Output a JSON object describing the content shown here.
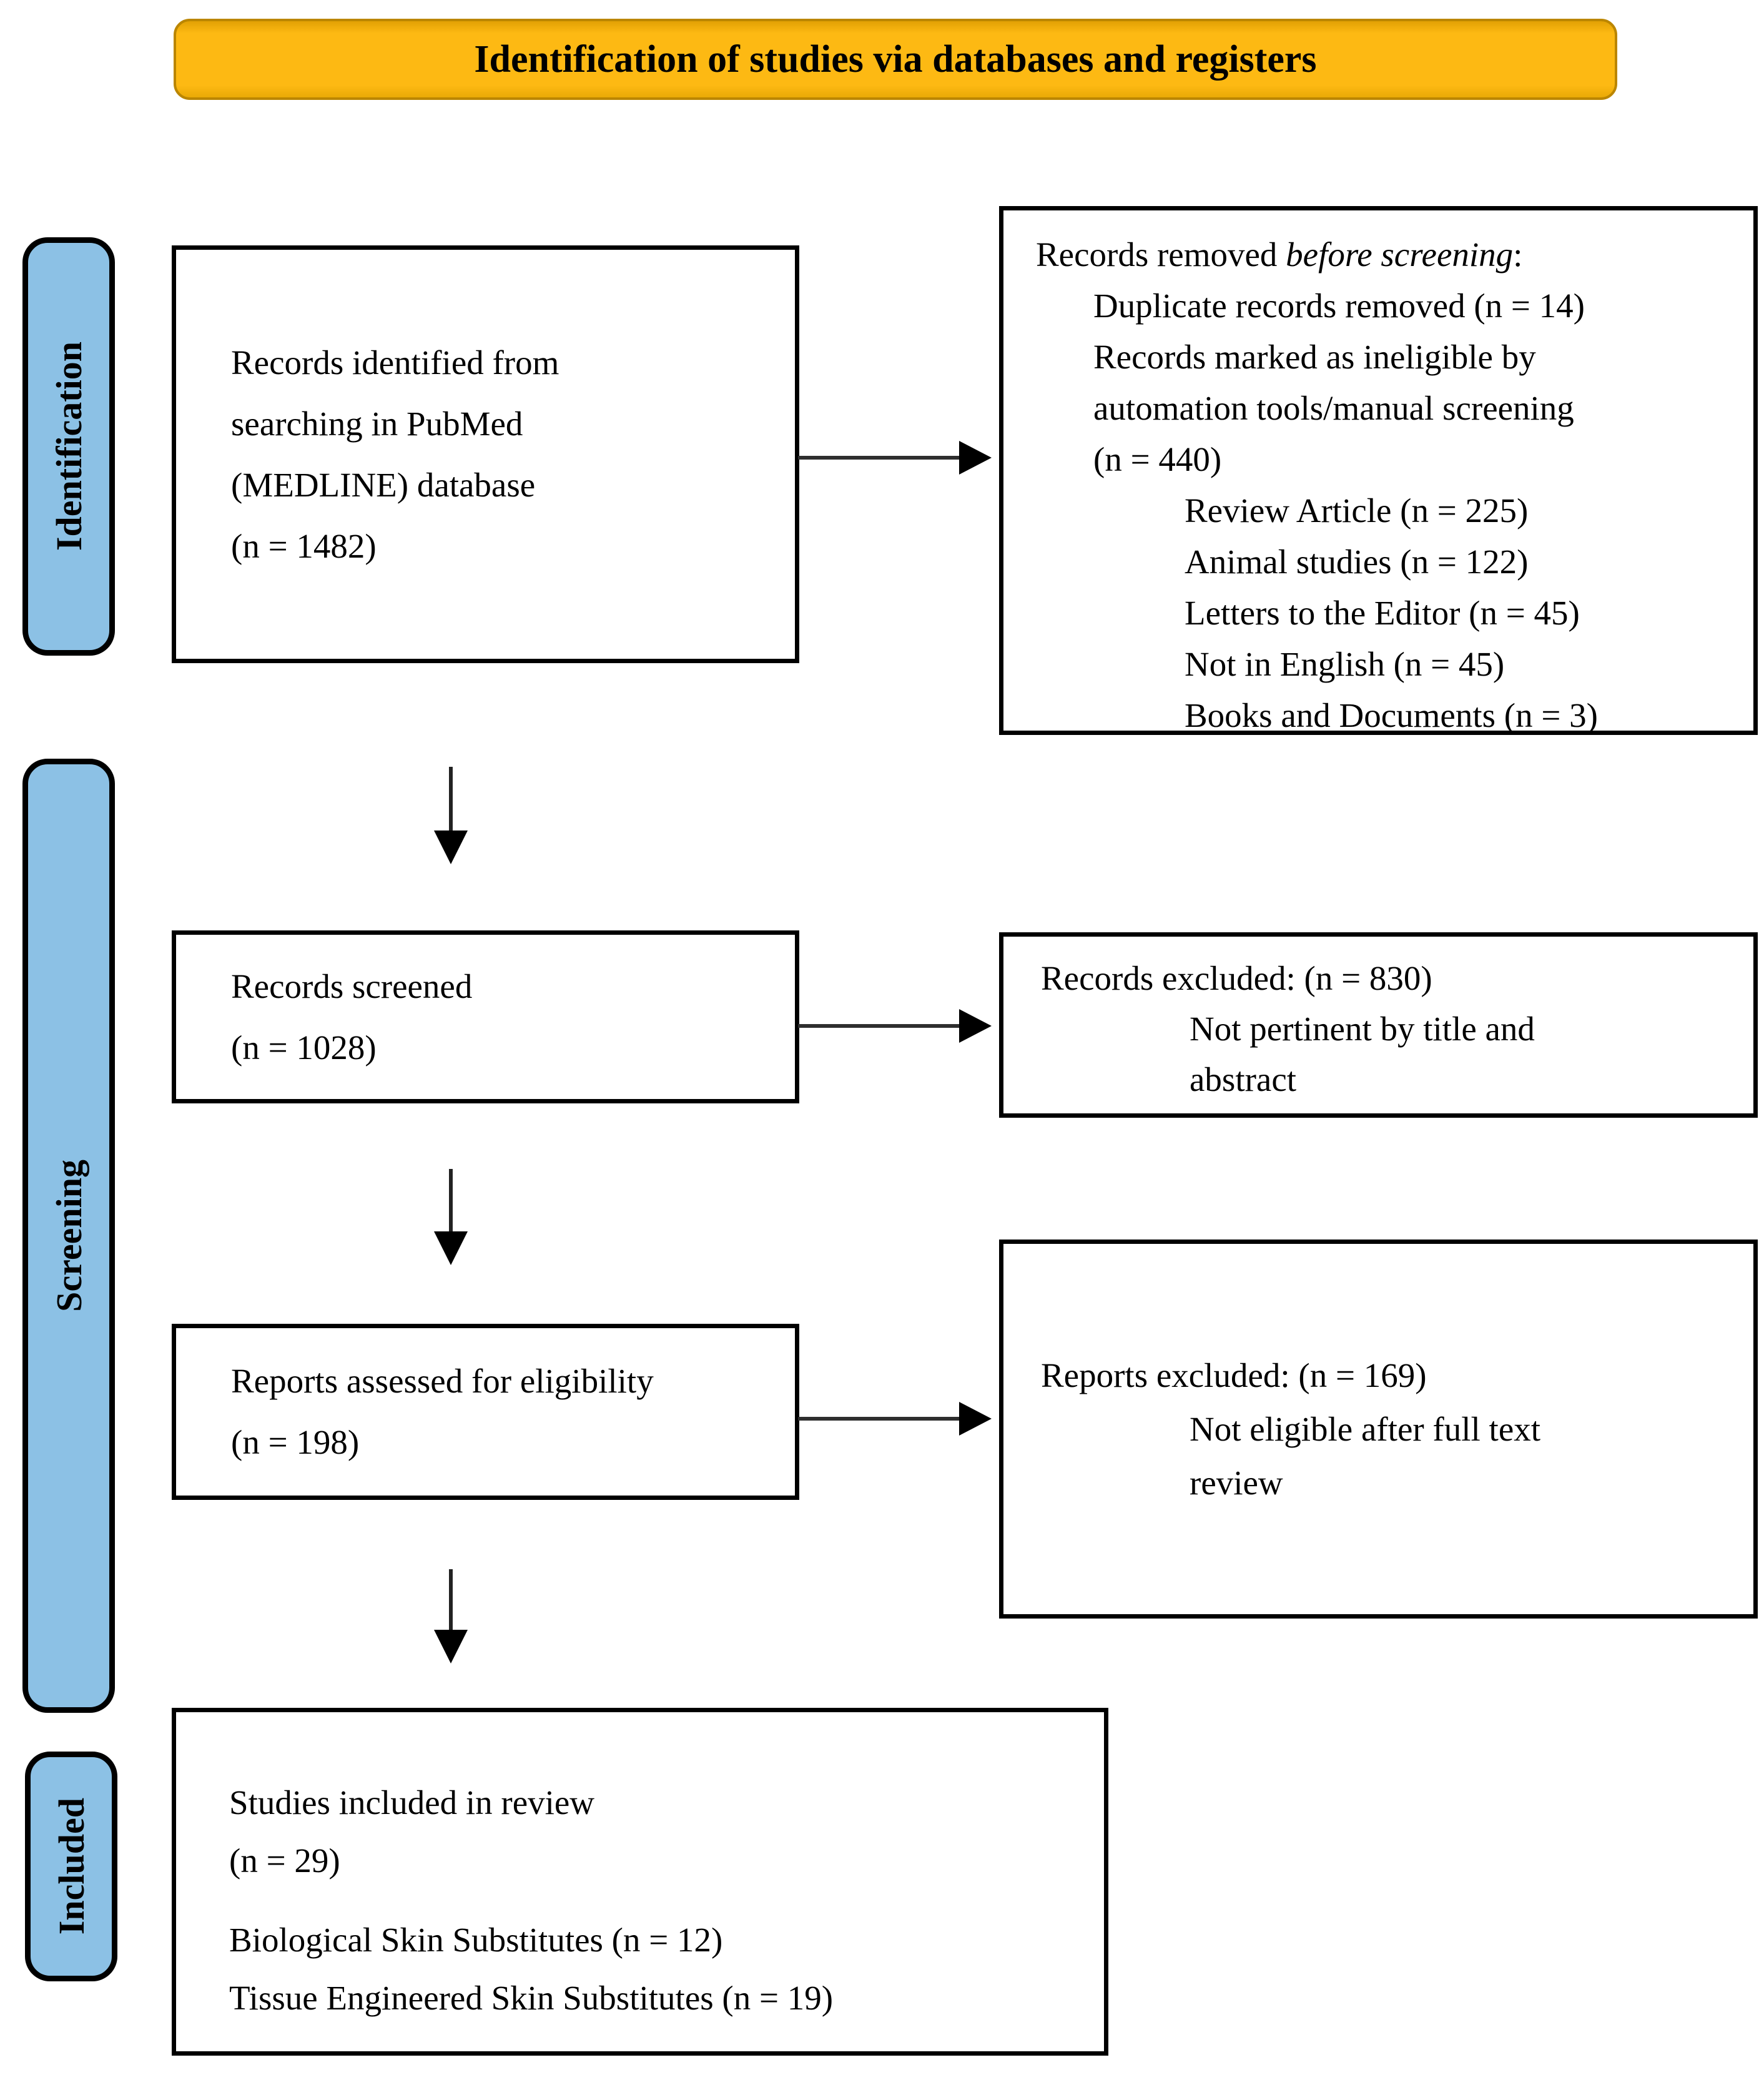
{
  "banner": {
    "title": "Identification of studies via databases and registers"
  },
  "sidebar": {
    "labels": [
      "Identification",
      "Screening",
      "Included"
    ]
  },
  "colors": {
    "banner_bg": "#FDB913",
    "banner_border": "#BB8600",
    "sidebar_bg": "#8CC1E5",
    "line_black": "#000000"
  },
  "boxes": {
    "identified": {
      "lines": [
        "Records identified from",
        "searching in PubMed",
        "(MEDLINE) database",
        "(n = 1482)"
      ]
    },
    "removed": {
      "title_prefix": "Records removed ",
      "title_italic": "before screening",
      "title_suffix": ":",
      "l1": [
        "Duplicate records removed (n = 14)",
        "Records marked as ineligible by",
        "automation tools/manual screening",
        "(n = 440)"
      ],
      "l2": [
        "Review Article (n = 225)",
        "Animal studies (n = 122)",
        "Letters to the Editor (n = 45)",
        "Not in English (n = 45)",
        "Books and Documents (n = 3)"
      ]
    },
    "screened": {
      "lines": [
        "Records screened",
        "(n = 1028)"
      ]
    },
    "excluded_records": {
      "line1": "Records excluded: (n = 830)",
      "l2": [
        "Not pertinent by title and",
        "abstract"
      ]
    },
    "assessed": {
      "lines": [
        "Reports assessed for eligibility",
        "(n = 198)"
      ]
    },
    "excluded_reports": {
      "line1": "Reports excluded: (n = 169)",
      "l2": [
        "Not eligible after full text",
        "review"
      ]
    },
    "included_studies": {
      "group1": [
        "Studies included in review",
        "(n = 29)"
      ],
      "group2": [
        "Biological Skin Substitutes (n = 12)",
        "Tissue Engineered Skin Substitutes (n = 19)"
      ]
    }
  }
}
